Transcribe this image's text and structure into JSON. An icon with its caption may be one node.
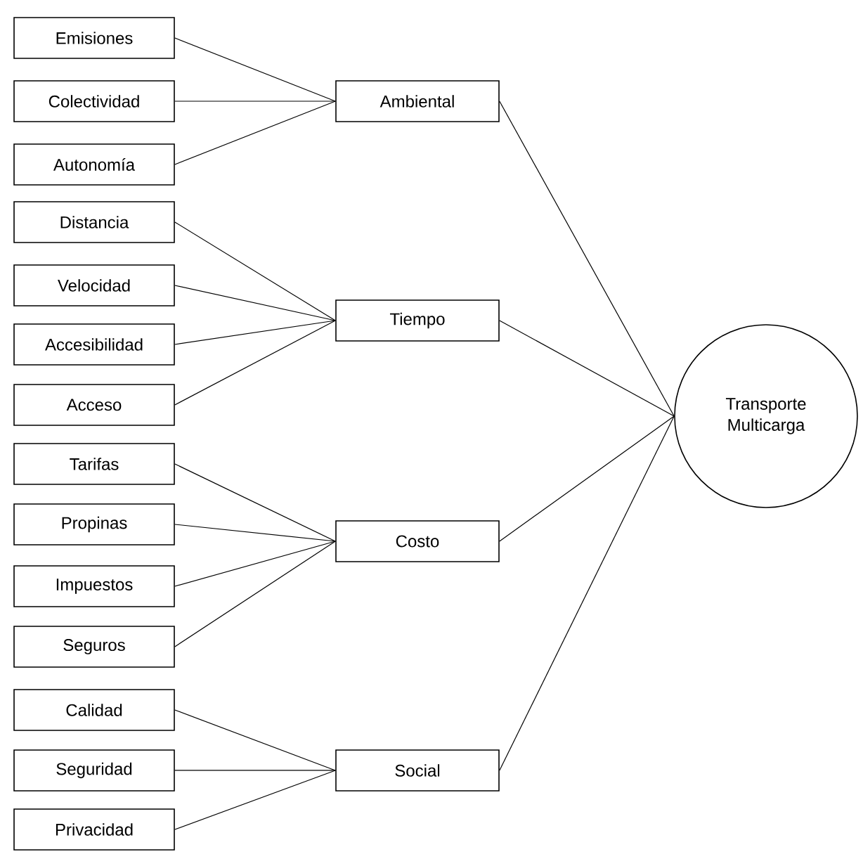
{
  "diagram": {
    "nodes": [
      {
        "text": [
          "Emisiones"
        ]
      },
      {
        "text": [
          "Colectividad"
        ]
      },
      {
        "text": [
          "Autonomía"
        ]
      },
      {
        "text": [
          "Distancia"
        ]
      },
      {
        "text": [
          "Velocidad"
        ]
      },
      {
        "text": [
          "Accesibilidad"
        ]
      },
      {
        "text": [
          "Acceso"
        ]
      },
      {
        "text": [
          "Tarifas"
        ]
      },
      {
        "text": [
          "Propinas"
        ]
      },
      {
        "text": [
          "Impuestos"
        ]
      },
      {
        "text": [
          "Seguros"
        ]
      },
      {
        "text": [
          "Calidad"
        ]
      },
      {
        "text": [
          "Seguridad"
        ]
      },
      {
        "text": [
          "Privacidad"
        ]
      },
      {
        "text": [
          "Ambiental"
        ]
      },
      {
        "text": [
          "Tiempo"
        ]
      },
      {
        "text": [
          "Costo"
        ]
      },
      {
        "text": [
          "Social"
        ]
      },
      {
        "text": [
          "Transporte Multicarga"
        ]
      }
    ],
    "edges": [
      {
        "from": 0,
        "to": 14,
        "arrow": "none"
      },
      {
        "from": 1,
        "to": 14,
        "arrow": "none"
      },
      {
        "from": 2,
        "to": 14,
        "arrow": "none"
      },
      {
        "from": 3,
        "to": 15,
        "arrow": "none"
      },
      {
        "from": 4,
        "to": 15,
        "arrow": "none"
      },
      {
        "from": 5,
        "to": 15,
        "arrow": "none"
      },
      {
        "from": 6,
        "to": 15,
        "arrow": "none"
      },
      {
        "from": 7,
        "to": 16,
        "arrow": "none"
      },
      {
        "from": 8,
        "to": 16,
        "arrow": "none"
      },
      {
        "from": 9,
        "to": 16,
        "arrow": "none"
      },
      {
        "from": 10,
        "to": 16,
        "arrow": "none"
      },
      {
        "from": 11,
        "to": 17,
        "arrow": "none"
      },
      {
        "from": 12,
        "to": 17,
        "arrow": "none"
      },
      {
        "from": 13,
        "to": 17,
        "arrow": "none"
      },
      {
        "from": 14,
        "to": 18,
        "arrow": "none"
      },
      {
        "from": 15,
        "to": 18,
        "arrow": "none"
      },
      {
        "from": 16,
        "to": 18,
        "arrow": "none"
      },
      {
        "from": 17,
        "to": 18,
        "arrow": "none"
      }
    ]
  }
}
